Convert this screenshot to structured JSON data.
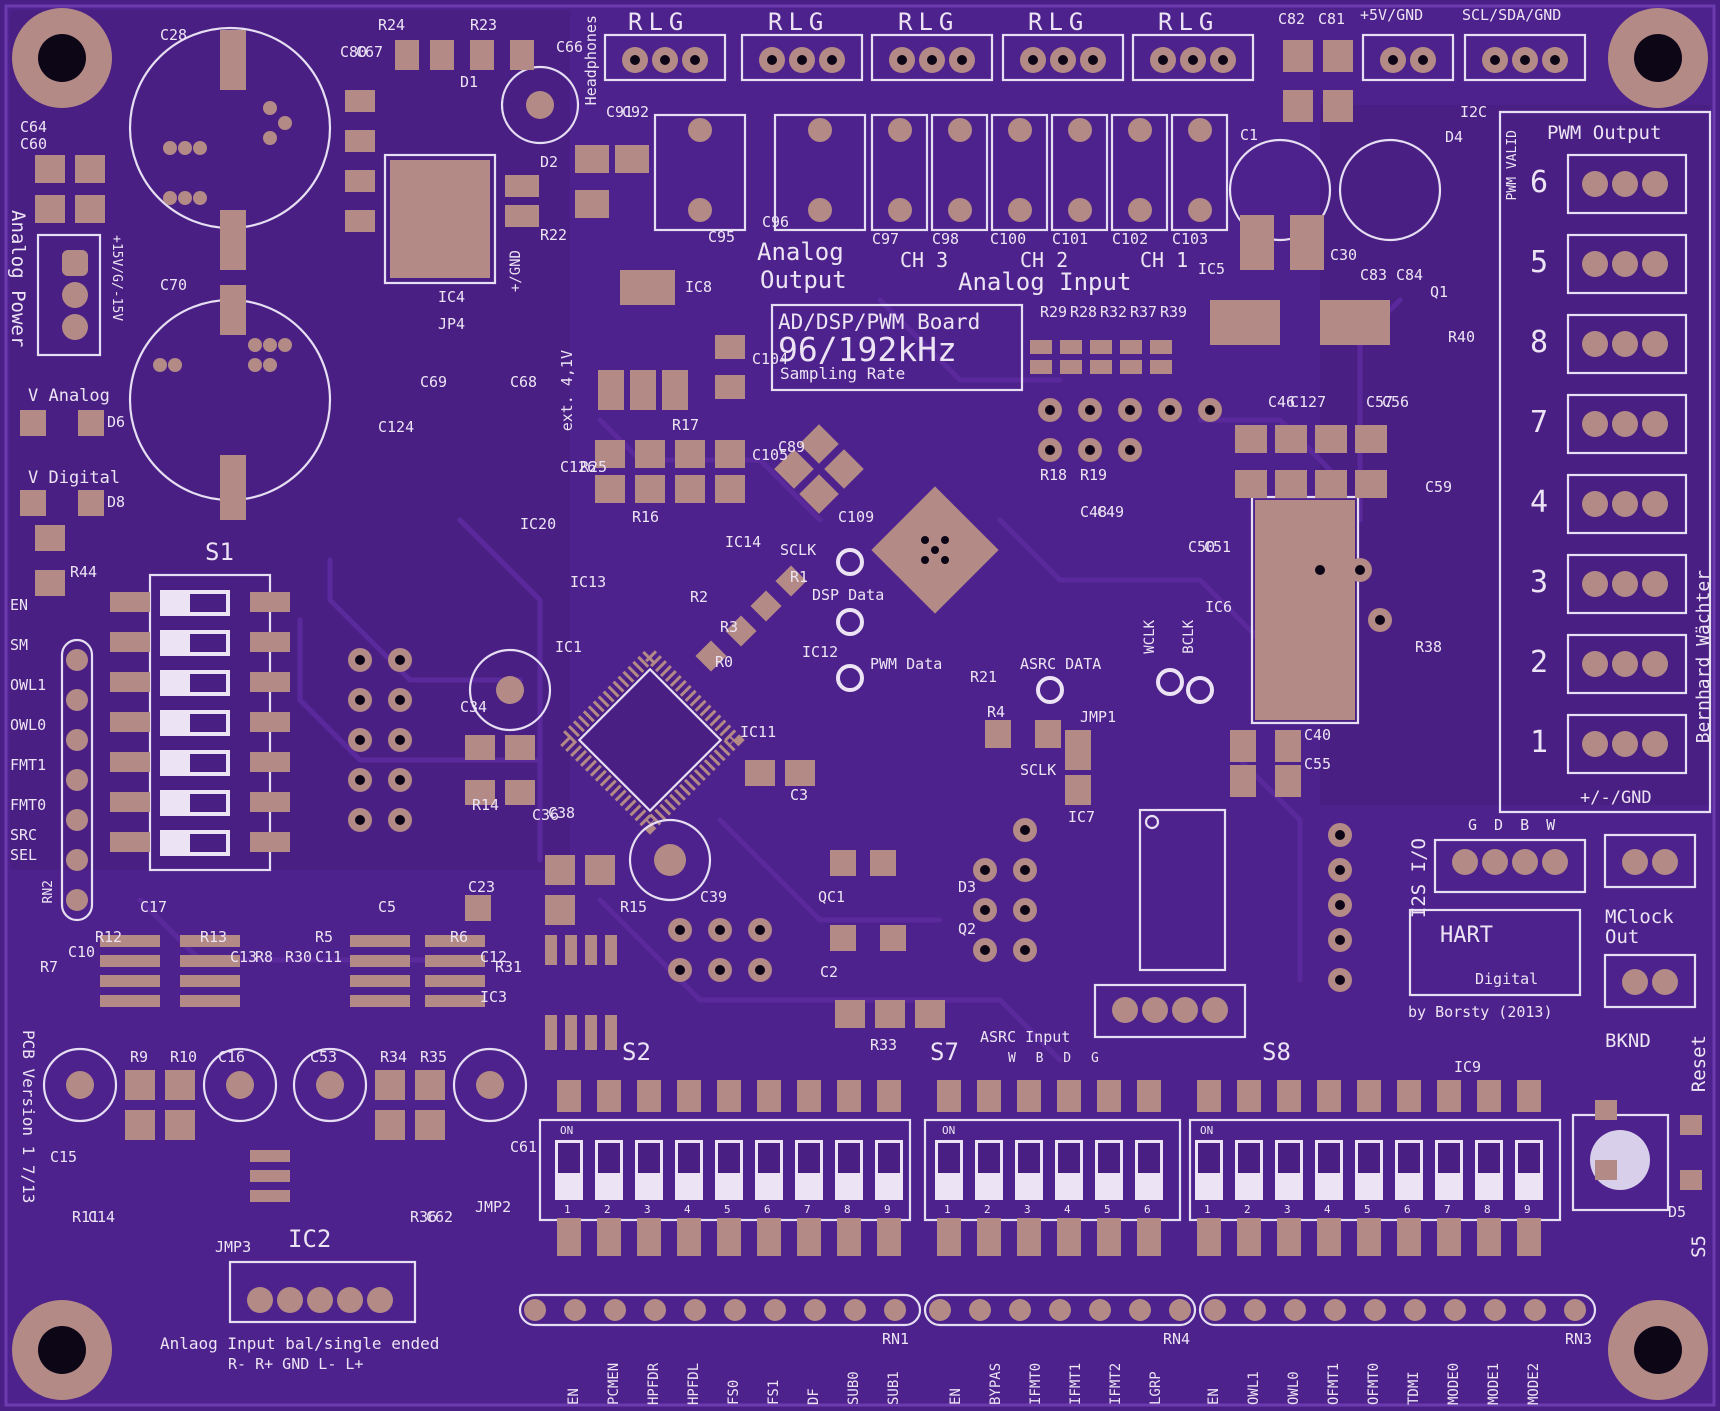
{
  "board": {
    "title": "AD/DSP/PWM Board",
    "rate": "96/192kHz",
    "rate_sub": "Sampling Rate",
    "pcb_version": "PCB Version 1 7/13",
    "author": "Bernhard Wächter",
    "maker": "by Borsty (2013)",
    "logo_line1": "HART",
    "logo_line2": "Digital"
  },
  "headers_top": {
    "rlg_labels": [
      "RLG",
      "RLG",
      "RLG",
      "RLG",
      "RLG"
    ],
    "power": "+5V/GND",
    "i2c": "SCL/SDA/GND",
    "i2c_ref": "I2C",
    "headphones": "Headphones",
    "analog_output": "Analog",
    "analog_output2": "Output",
    "ch3": "CH 3",
    "ch2": "CH 2",
    "ch1": "CH 1",
    "analog_input": "Analog Input"
  },
  "left_side": {
    "analog_power": "Analog Power",
    "power_spec": "+15V/G/-15V",
    "v_analog": "V Analog",
    "v_digital": "V Digital",
    "ext_gnd": "+/GND",
    "ext_v": "ext. 4,1V",
    "s1": "S1",
    "switch_labels": [
      "EN",
      "SM",
      "OWL1",
      "OWL0",
      "FMT1",
      "FMT0",
      "SRC",
      "SEL"
    ],
    "rn2": "RN2"
  },
  "pwm_output": {
    "title": "PWM Output",
    "pwm_valid": "PWM VALID",
    "channels": [
      "6",
      "5",
      "8",
      "7",
      "4",
      "3",
      "2",
      "1"
    ],
    "footer": "+/-/GND"
  },
  "test_points": {
    "sclk": "SCLK",
    "dsp_data": "DSP Data",
    "pwm_data": "PWM Data",
    "asrc_data": "ASRC DATA",
    "wclk": "WCLK",
    "bclk": "BCLK",
    "sclk2": "SCLK",
    "jmp1": "JMP1"
  },
  "right_lower": {
    "i2s": "I2S I/O",
    "i2s_pins": "G D B W",
    "mclock": "MClock",
    "mclock2": "Out",
    "bknd": "BKND",
    "reset": "Reset",
    "s5": "S5",
    "asrc_input": "ASRC Input",
    "asrc_pins": "W B D G"
  },
  "switches_bottom": {
    "s2": "S2",
    "s7": "S7",
    "s8": "S8",
    "on": "ON",
    "s2_nums": [
      "1",
      "2",
      "3",
      "4",
      "5",
      "6",
      "7",
      "8",
      "9"
    ],
    "s7_nums": [
      "1",
      "2",
      "3",
      "4",
      "5",
      "6"
    ],
    "s8_nums": [
      "1",
      "2",
      "3",
      "4",
      "5",
      "6",
      "7",
      "8",
      "9"
    ],
    "rn1": "RN1",
    "rn4": "RN4",
    "rn3": "RN3",
    "bottom_labels": [
      "EN",
      "PCMEN",
      "HPFDR",
      "HPFDL",
      "FS0",
      "FS1",
      "DF",
      "SUB0",
      "SUB1",
      "EN",
      "BYPAS",
      "IFMT0",
      "IFMT1",
      "IFMT2",
      "LGRP",
      "EN",
      "OWL1",
      "OWL0",
      "OFMT1",
      "OFMT0",
      "TDMI",
      "MODE0",
      "MODE1",
      "MODE2"
    ]
  },
  "analog_in": {
    "ic2": "IC2",
    "title": "Anlaog Input bal/single ended",
    "pins": "R- R+ GND L- L+"
  },
  "refdes": [
    "C28",
    "C70",
    "C64",
    "C60",
    "R24",
    "R23",
    "C80",
    "C67",
    "D1",
    "C66",
    "D2",
    "C91",
    "C92",
    "C95",
    "C96",
    "C97",
    "C98",
    "C100",
    "C101",
    "C102",
    "C103",
    "C82",
    "C81",
    "C1",
    "C30",
    "D4",
    "Q1",
    "R40",
    "IC5",
    "C83",
    "C84",
    "C46",
    "C127",
    "C57",
    "C56",
    "R29",
    "R28",
    "R32",
    "R37",
    "R39",
    "R18",
    "R19",
    "C48",
    "C49",
    "C50",
    "C51",
    "IC6",
    "C40",
    "C55",
    "R38",
    "C59",
    "IC4",
    "JP4",
    "IC8",
    "R22",
    "C69",
    "C68",
    "C124",
    "C126",
    "R25",
    "IC20",
    "C104",
    "C105",
    "C89",
    "R17",
    "R16",
    "IC13",
    "IC14",
    "C109",
    "R1",
    "R2",
    "R3",
    "R0",
    "IC12",
    "IC11",
    "C3",
    "R21",
    "R4",
    "IC7",
    "C34",
    "IC1",
    "R14",
    "C36",
    "C38",
    "C23",
    "C39",
    "R15",
    "QC1",
    "D3",
    "Q2",
    "C2",
    "R33",
    "IC9",
    "R44",
    "D6",
    "D8",
    "C17",
    "C5",
    "R12",
    "R13",
    "R5",
    "R6",
    "C10",
    "C13",
    "R8",
    "R30",
    "C11",
    "C12",
    "R31",
    "IC3",
    "R7",
    "R9",
    "R10",
    "C16",
    "C53",
    "R34",
    "R35",
    "C15",
    "C61",
    "R11",
    "C14",
    "R36",
    "C62",
    "JMP3",
    "JMP2",
    "D5"
  ]
}
